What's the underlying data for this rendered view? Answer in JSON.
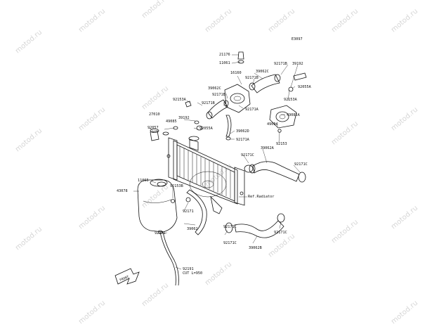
{
  "diagram": {
    "code": "E3097",
    "watermark": "motod.ru",
    "parts": {
      "p21176": "21176",
      "p11061": "11061",
      "p16160": "16160",
      "p39062c_top": "39062C",
      "p92171b_top": "92171B",
      "p92171b_mid": "92171B",
      "p39062c_left": "39062C",
      "p92171b_right": "92171B",
      "p39192_right": "39192",
      "p92055a_right": "92055A",
      "p92153a_right": "92153A",
      "p92153a_left": "92153A",
      "p92171b_left": "92171B",
      "p92171a_mid": "92171A",
      "p49085a": "49085A",
      "p49054": "49054",
      "p92153": "92153",
      "p27010": "27010",
      "p92057": "92057",
      "p49085": "49085",
      "p39192_left": "39192",
      "p92055a_left": "92055A",
      "p39062d": "39062D",
      "p92171a_low": "92171A",
      "p39062a": "39062A",
      "p92171c_1": "92171C",
      "p92171c_2": "92171C",
      "p11065": "11065",
      "p92153b": "92153B",
      "p43078": "43078",
      "ref_radiator": "Ref.Radiator",
      "p92171_a": "92171",
      "p39062": "39062",
      "p92171_b": "92171",
      "p92171c_3": "92171C",
      "p92171c_4": "92171C",
      "p92171c_5": "92171C",
      "p39062b": "39062B",
      "p92191": "92191",
      "cut_length": "CUT L=950",
      "front": "FRONT"
    }
  }
}
